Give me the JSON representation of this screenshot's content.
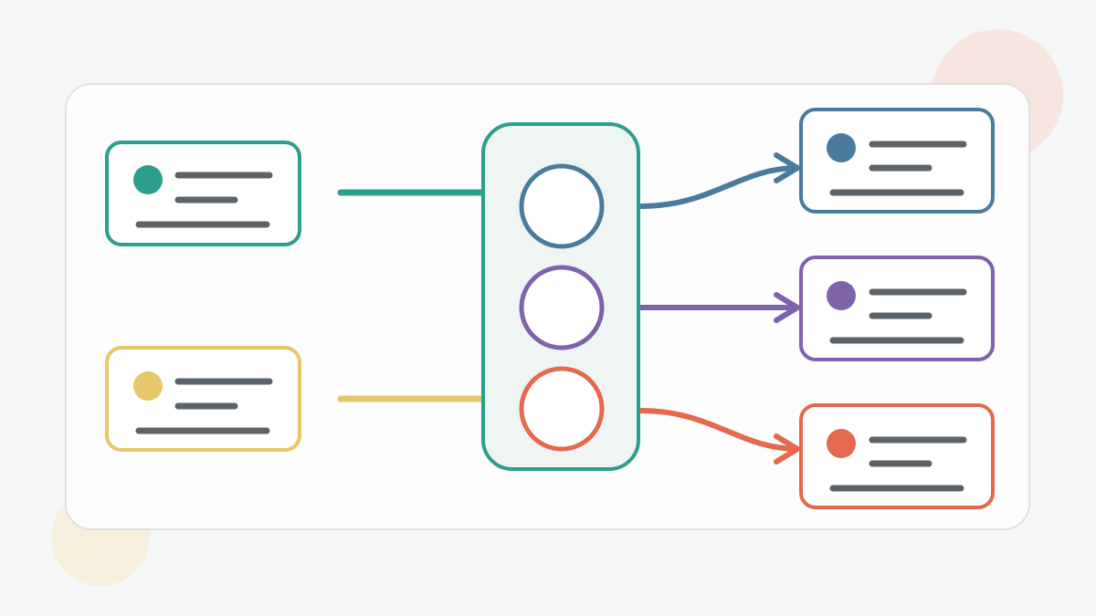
{
  "palette": {
    "background": "#f5f7f6",
    "panel_fill": "#fdfdfd",
    "panel_stroke": "#dde3e1",
    "teal": "#2e9e8c",
    "blue": "#4a7b9d",
    "purple": "#7e62aa",
    "coral": "#e4694e",
    "yellow": "#e8c66a",
    "text_line": "#5b6268",
    "hub_fill": "#eff5f3",
    "blob_peach": "#f8e5df",
    "blob_cream": "#f6efdc"
  },
  "diagram": {
    "inputs": [
      {
        "id": "input-a",
        "color": "teal"
      },
      {
        "id": "input-b",
        "color": "yellow"
      }
    ],
    "hub": {
      "ports": [
        "blue",
        "purple",
        "coral"
      ]
    },
    "outputs": [
      {
        "id": "output-a",
        "color": "blue"
      },
      {
        "id": "output-b",
        "color": "purple"
      },
      {
        "id": "output-c",
        "color": "coral"
      }
    ]
  }
}
